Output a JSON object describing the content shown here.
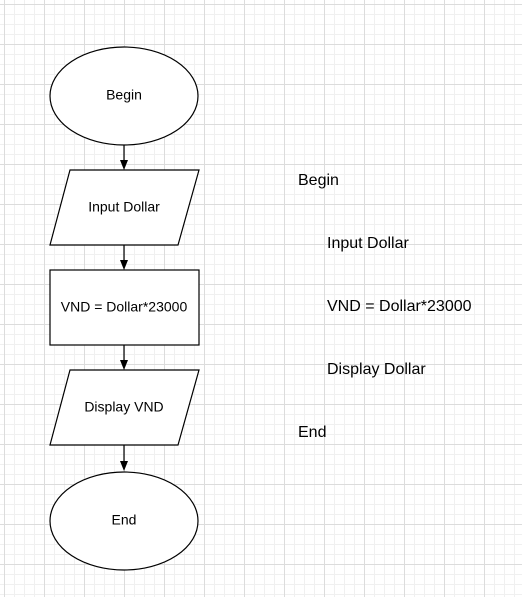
{
  "flowchart": {
    "begin": "Begin",
    "input": "Input Dollar",
    "process": "VND = Dollar*23000",
    "output": "Display VND",
    "end": "End"
  },
  "pseudocode": {
    "lines": [
      "Begin",
      "Input Dollar",
      "VND = Dollar*23000",
      "Display Dollar",
      "End"
    ]
  },
  "colors": {
    "stroke": "#000000",
    "shape_fill": "#ffffff",
    "grid_major": "#dcdcdc",
    "grid_minor": "#f0f0f0"
  }
}
